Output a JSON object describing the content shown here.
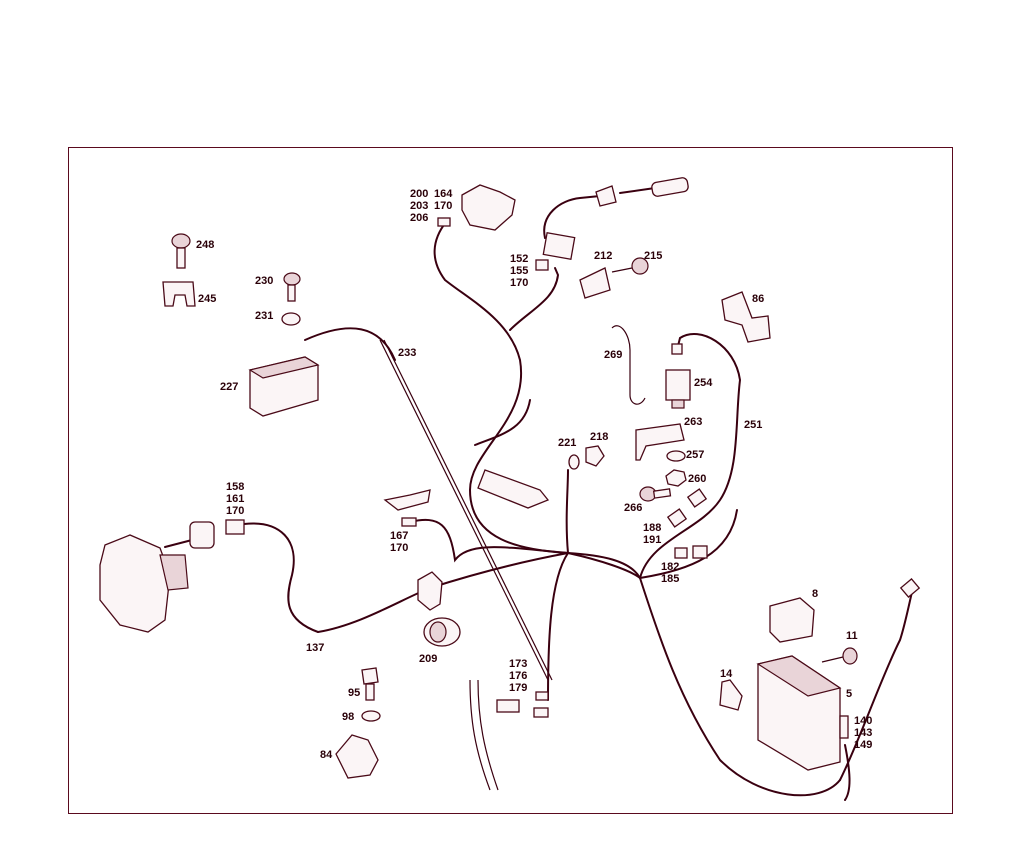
{
  "colors": {
    "ink": "#3a0010",
    "frame": "#5a0a1e",
    "paper": "#ffffff"
  },
  "callouts": {
    "c248": "248",
    "c245": "245",
    "c230": "230",
    "c231": "231",
    "c227": "227",
    "c233": "233",
    "c200": "200",
    "c164": "164",
    "c203": "203",
    "c170a": "170",
    "c206": "206",
    "c152": "152",
    "c155": "155",
    "c170b": "170",
    "c212": "212",
    "c215": "215",
    "c86": "86",
    "c269": "269",
    "c254": "254",
    "c221": "221",
    "c218": "218",
    "c263": "263",
    "c251": "251",
    "c257": "257",
    "c260": "260",
    "c266": "266",
    "c188": "188",
    "c191": "191",
    "c182": "182",
    "c185": "185",
    "c158": "158",
    "c161": "161",
    "c170c": "170",
    "c167": "167",
    "c170d": "170",
    "c137": "137",
    "c209": "209",
    "c95": "95",
    "c98": "98",
    "c84": "84",
    "c173": "173",
    "c176": "176",
    "c179": "179",
    "c8": "8",
    "c11": "11",
    "c14": "14",
    "c5": "5",
    "c140": "140",
    "c143": "143",
    "c149": "149"
  }
}
